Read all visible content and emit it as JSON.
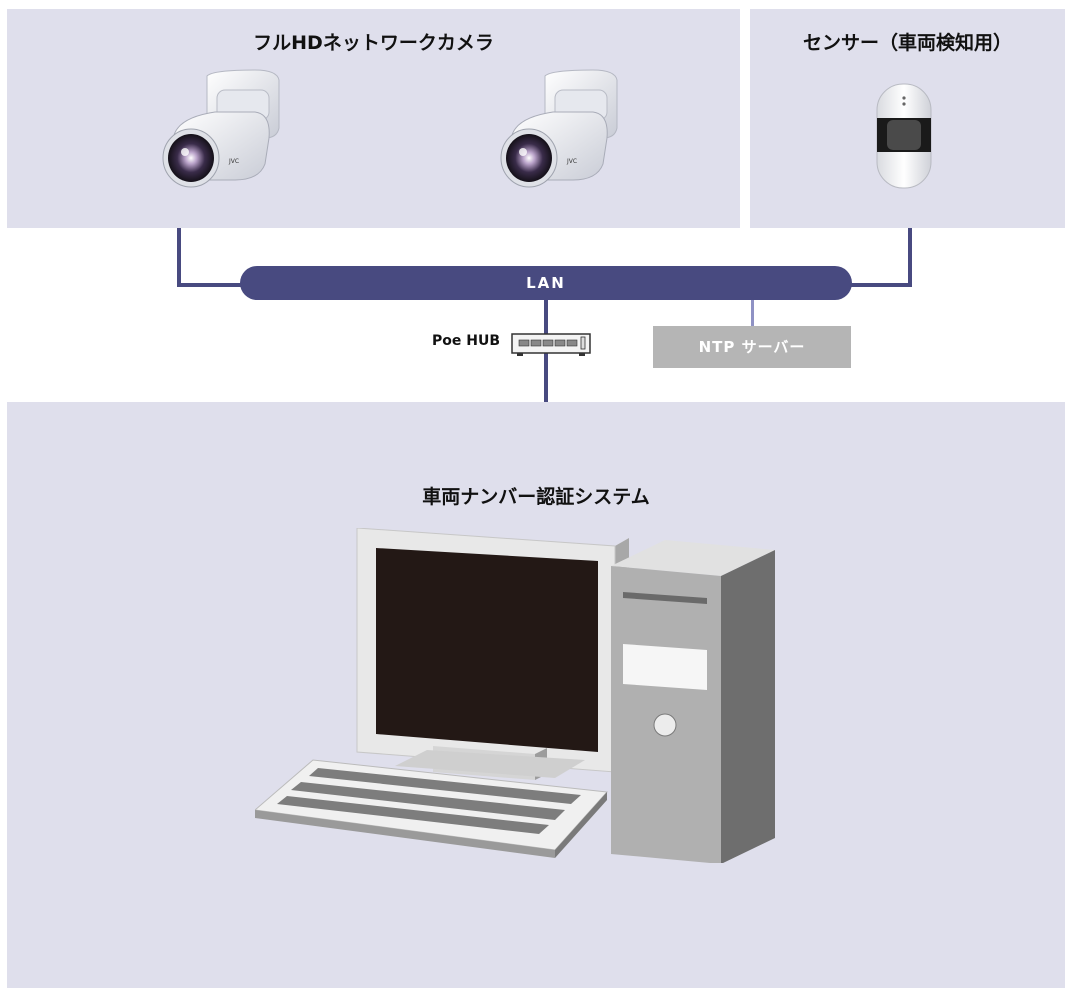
{
  "camera_panel": {
    "title": "フルHDネットワークカメラ"
  },
  "sensor_panel": {
    "title": "センサー（車両検知用）"
  },
  "network": {
    "lan_label": "LAN",
    "hub_label": "Poe HUB",
    "ntp_label": "NTP サーバー"
  },
  "system_panel": {
    "title": "車両ナンバー認証システム"
  },
  "colors": {
    "panel_bg": "#dfdfec",
    "network_line": "#484a80",
    "ntp_box": "#b5b5b5"
  },
  "icons": [
    "network-camera-icon",
    "vehicle-sensor-icon",
    "poe-hub-icon",
    "computer-icon"
  ]
}
